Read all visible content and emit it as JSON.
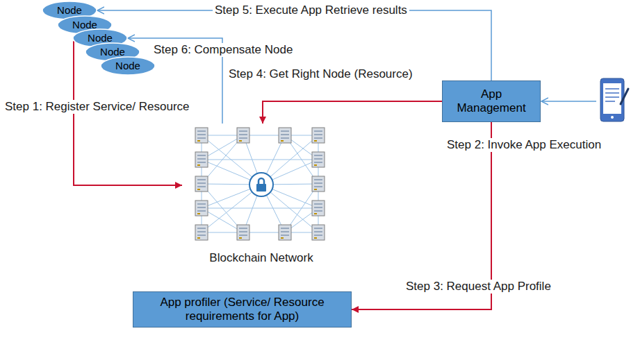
{
  "diagram": {
    "nodes": [
      {
        "text": [
          "Node"
        ]
      },
      {
        "text": [
          "Node"
        ]
      },
      {
        "text": [
          "Node"
        ]
      },
      {
        "text": [
          "Node"
        ]
      },
      {
        "text": [
          "Node"
        ]
      },
      {
        "text": [
          "App Management"
        ]
      },
      {
        "text": [
          "Blockchain Network"
        ]
      },
      {
        "text": [
          "App profiler (Service/ Resource requirements for App)"
        ]
      }
    ],
    "edges": [
      {
        "from": 2,
        "to": 6,
        "arrow": "to",
        "label": "Step 1: Register Service/ Resource"
      },
      {
        "from": 5,
        "to": 7,
        "arrow": "to",
        "label": "Step 3: Request App Profile"
      },
      {
        "from": 5,
        "to": 6,
        "arrow": "to",
        "label": "Step 4: Get Right Node (Resource)"
      },
      {
        "from": 5,
        "to": 0,
        "arrow": "to",
        "label": "Step 5: Execute App Retrieve results"
      },
      {
        "from": 6,
        "to": 2,
        "arrow": "to",
        "label": "Step 6: Compensate Node"
      }
    ],
    "labels": [
      "Step 2: Invoke App Execution"
    ]
  }
}
